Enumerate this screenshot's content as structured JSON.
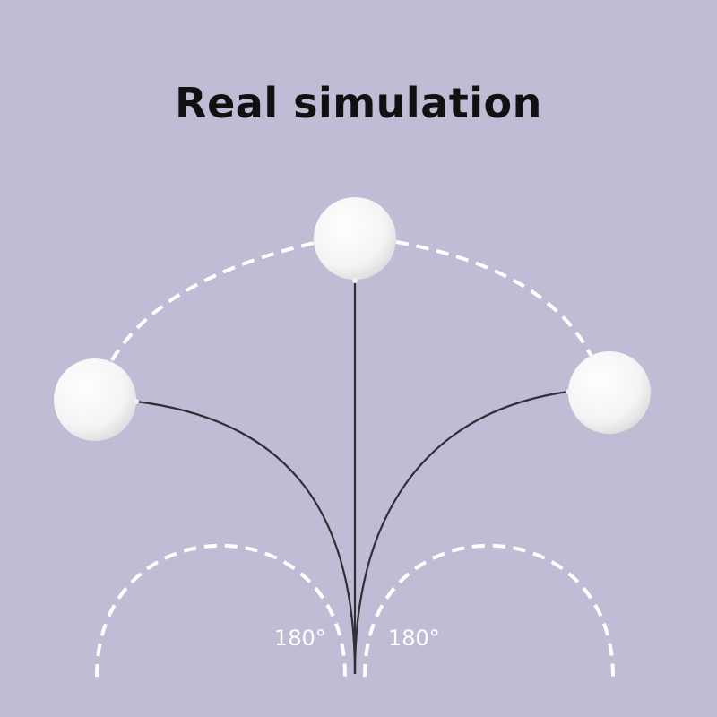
{
  "title": "Real simulation",
  "angles": {
    "left": "180°",
    "right": "180°"
  },
  "colors": {
    "background": "#c1bbd6",
    "dashed_path": "#ffffff",
    "stem": "#2f2f35",
    "ball": "#ffffff",
    "title": "#111111"
  }
}
